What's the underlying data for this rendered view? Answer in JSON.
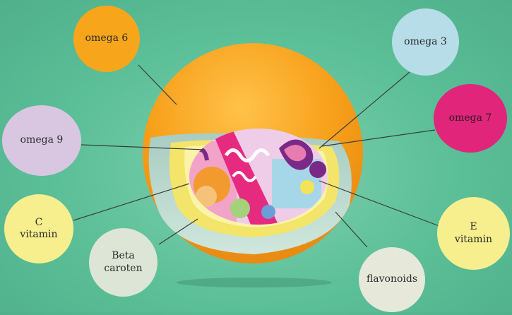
{
  "labels": {
    "omega6": "omega 6",
    "omega3": "omega 3",
    "omega7": "omega 7",
    "omega9": "omega 9",
    "c_vitamin": "C\nvitamin",
    "beta_caroten": "Beta\ncaroten",
    "flavonoids": "flavonoids",
    "e_vitamin": "E\nvitamin"
  },
  "colors": {
    "background": "#5bbf98",
    "outer_shell": "#f7a61c",
    "omega6": "#f7a61c",
    "omega3": "#b7dde9",
    "omega7": "#e0257a",
    "omega9": "#d9c7e2",
    "c_vitamin": "#f7ef8e",
    "beta_caroten": "#dde6d6",
    "flavonoids": "#e6e9d9",
    "e_vitamin": "#f7ef8e",
    "leader_line": "#3c3c3c"
  }
}
